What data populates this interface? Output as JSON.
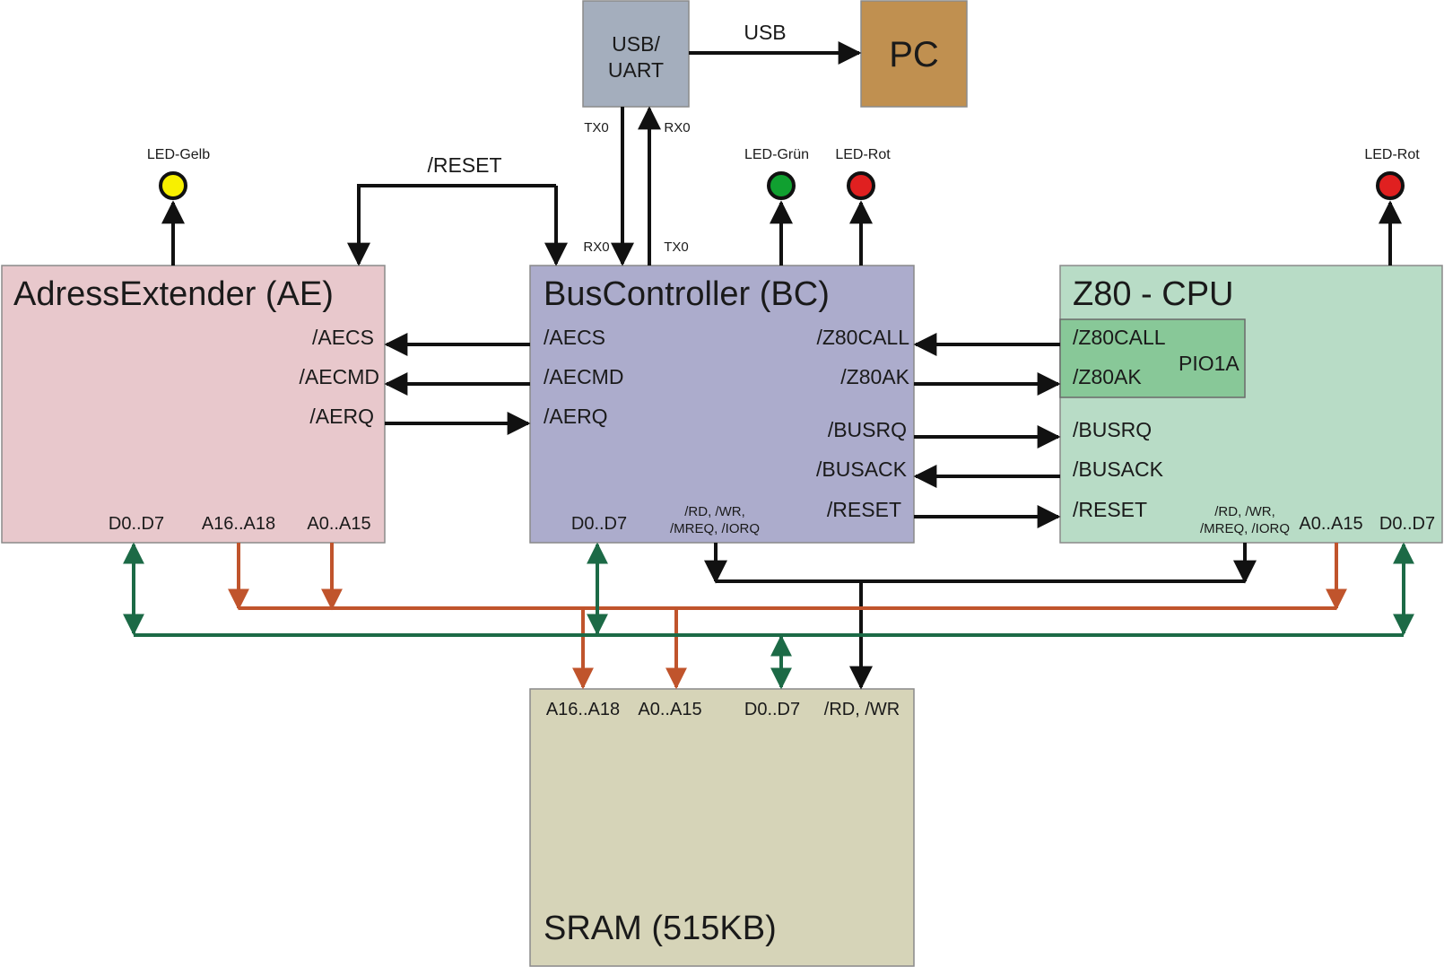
{
  "colors": {
    "ae_fill": "#e8c8cc",
    "bc_fill": "#acaccc",
    "cpu_fill": "#b8dcc6",
    "pio_fill": "#88c898",
    "sram_fill": "#d6d4b8",
    "uart_fill": "#a4aebd",
    "pc_fill": "#c09050",
    "wire_black": "#111111",
    "address_bus": "#c0542c",
    "data_bus": "#1c6a46",
    "led_yellow": "#f8f000",
    "led_green": "#10a030",
    "led_red": "#e02020"
  },
  "usb_uart": {
    "line1": "USB/",
    "line2": "UART",
    "tx_out": "TX0",
    "rx_in": "RX0"
  },
  "pc": {
    "label": "PC"
  },
  "usb_link": {
    "label": "USB"
  },
  "reset_link": {
    "label": "/RESET"
  },
  "leds": {
    "ae": "LED-Gelb",
    "bc_green": "LED-Grün",
    "bc_red": "LED-Rot",
    "cpu_red": "LED-Rot"
  },
  "ae": {
    "title": "AdressExtender (AE)",
    "aecs": "/AECS",
    "aecmd": "/AECMD",
    "aerq": "/AERQ",
    "d0d7": "D0..D7",
    "a16a18": "A16..A18",
    "a0a15": "A0..A15"
  },
  "bc": {
    "title": "BusController (BC)",
    "rx0": "RX0",
    "tx0": "TX0",
    "aecs": "/AECS",
    "aecmd": "/AECMD",
    "aerq": "/AERQ",
    "z80call": "/Z80CALL",
    "z80ak": "/Z80AK",
    "busrq": "/BUSRQ",
    "busack": "/BUSACK",
    "reset": "/RESET",
    "d0d7": "D0..D7",
    "ctrl1": "/RD, /WR,",
    "ctrl2": "/MREQ, /IORQ"
  },
  "cpu": {
    "title": "Z80 - CPU",
    "z80call": "/Z80CALL",
    "z80ak": "/Z80AK",
    "pio": "PIO1A",
    "busrq": "/BUSRQ",
    "busack": "/BUSACK",
    "reset": "/RESET",
    "ctrl1": "/RD, /WR,",
    "ctrl2": "/MREQ, /IORQ",
    "a0a15": "A0..A15",
    "d0d7": "D0..D7"
  },
  "sram": {
    "title": "SRAM (515KB)",
    "a16a18": "A16..A18",
    "a0a15": "A0..A15",
    "d0d7": "D0..D7",
    "rdwr": "/RD, /WR"
  }
}
